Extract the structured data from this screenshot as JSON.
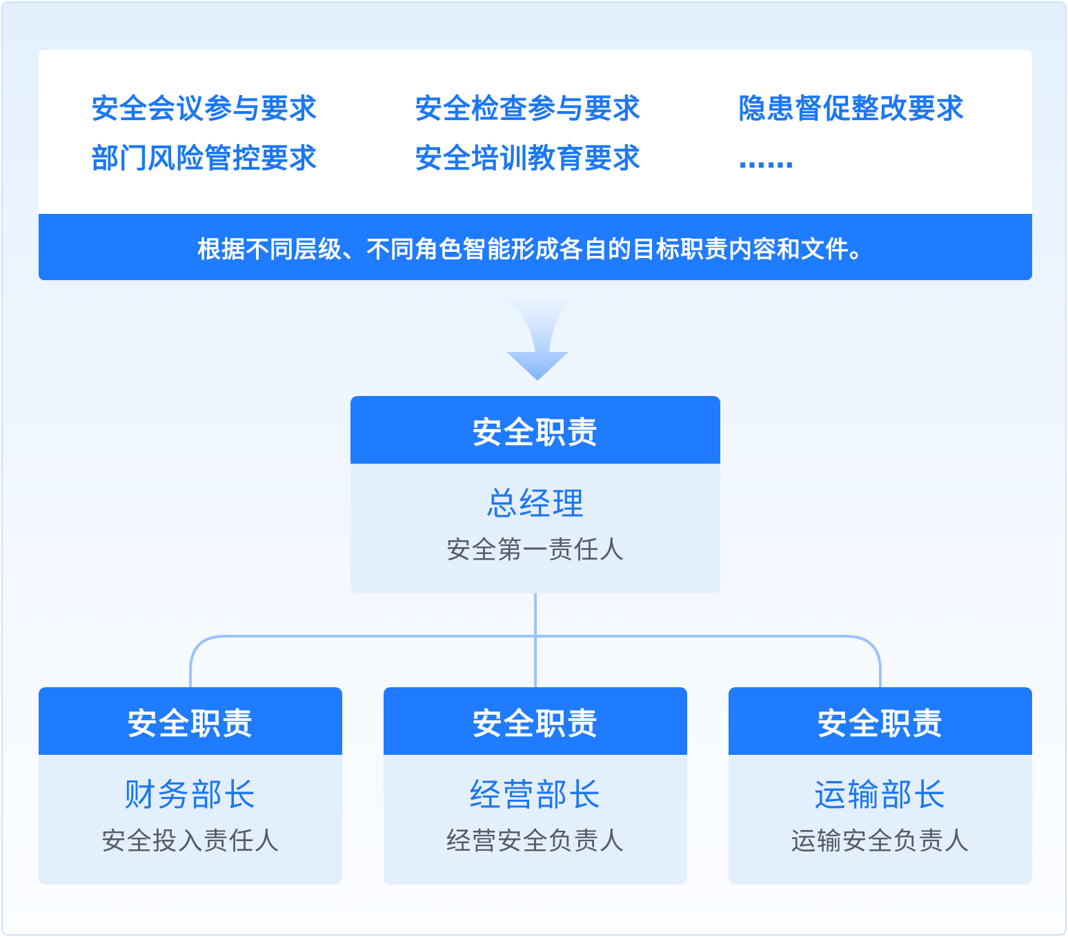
{
  "requirements": [
    "安全会议参与要求",
    "安全检查参与要求",
    "隐患督促整改要求",
    "部门风险管控要求",
    "安全培训教育要求",
    "……"
  ],
  "banner": "根据不同层级、不同角色智能形成各自的目标职责内容和文件。",
  "top_card": {
    "header": "安全职责",
    "role": "总经理",
    "duty": "安全第一责任人"
  },
  "bottom_cards": [
    {
      "header": "安全职责",
      "role": "财务部长",
      "duty": "安全投入责任人"
    },
    {
      "header": "安全职责",
      "role": "经营部长",
      "duty": "经营安全负责人"
    },
    {
      "header": "安全职责",
      "role": "运输部长",
      "duty": "运输安全负责人"
    }
  ],
  "colors": {
    "primary": "#1f7bff",
    "text_blue": "#1c77f4",
    "card_bg": "#e4effd",
    "connector": "#9cc4fb"
  },
  "icons": {
    "flow_arrow": "down-arrow-icon"
  }
}
